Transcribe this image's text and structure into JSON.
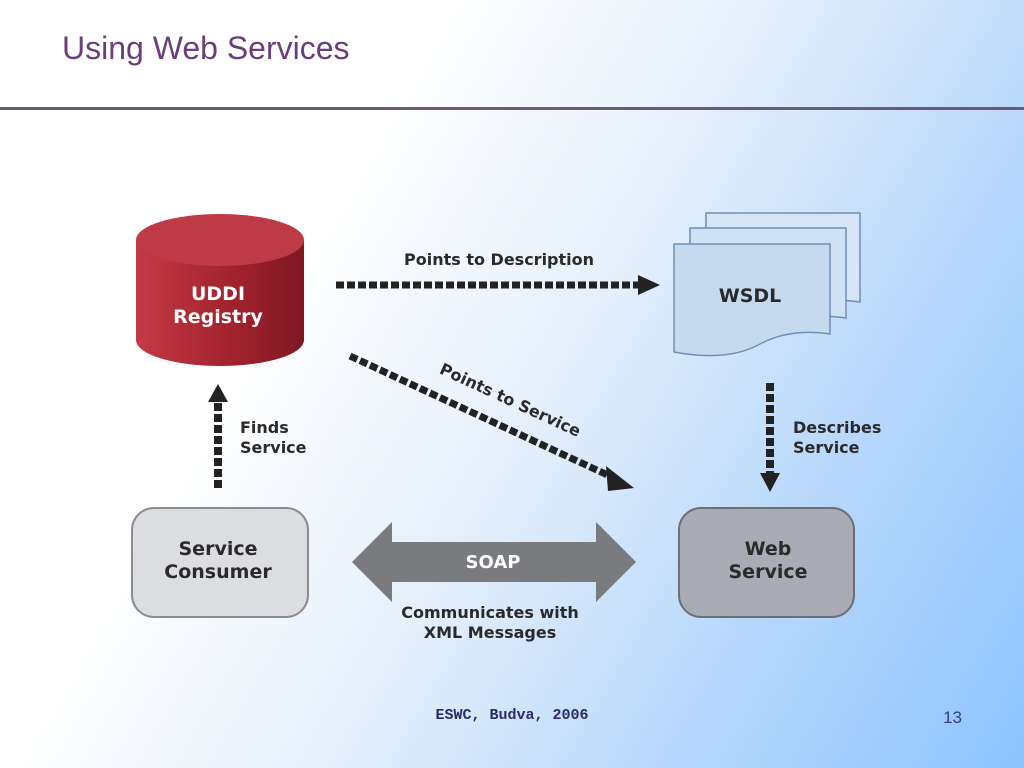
{
  "slide": {
    "title": "Using Web Services",
    "footer_center": "ESWC, Budva, 2006",
    "page_number": "13"
  },
  "diagram": {
    "registry_line1": "UDDI",
    "registry_line2": "Registry",
    "wsdl": "WSDL",
    "consumer_line1": "Service",
    "consumer_line2": "Consumer",
    "webservice_line1": "Web",
    "webservice_line2": "Service",
    "soap": "SOAP",
    "points_to_description": "Points to Description",
    "points_to_service": "Points to Service",
    "finds_line1": "Finds",
    "finds_line2": "Service",
    "describes_line1": "Describes",
    "describes_line2": "Service",
    "communicates_line1": "Communicates with",
    "communicates_line2": "XML Messages"
  },
  "colors": {
    "title": "#6b3e7a",
    "registry": "#a3232f",
    "consumer_box": "#dcdde0",
    "webservice_box": "#a9acb4",
    "soap_arrow": "#7a7b7e",
    "wsdl_page": "#c5d9ef"
  }
}
